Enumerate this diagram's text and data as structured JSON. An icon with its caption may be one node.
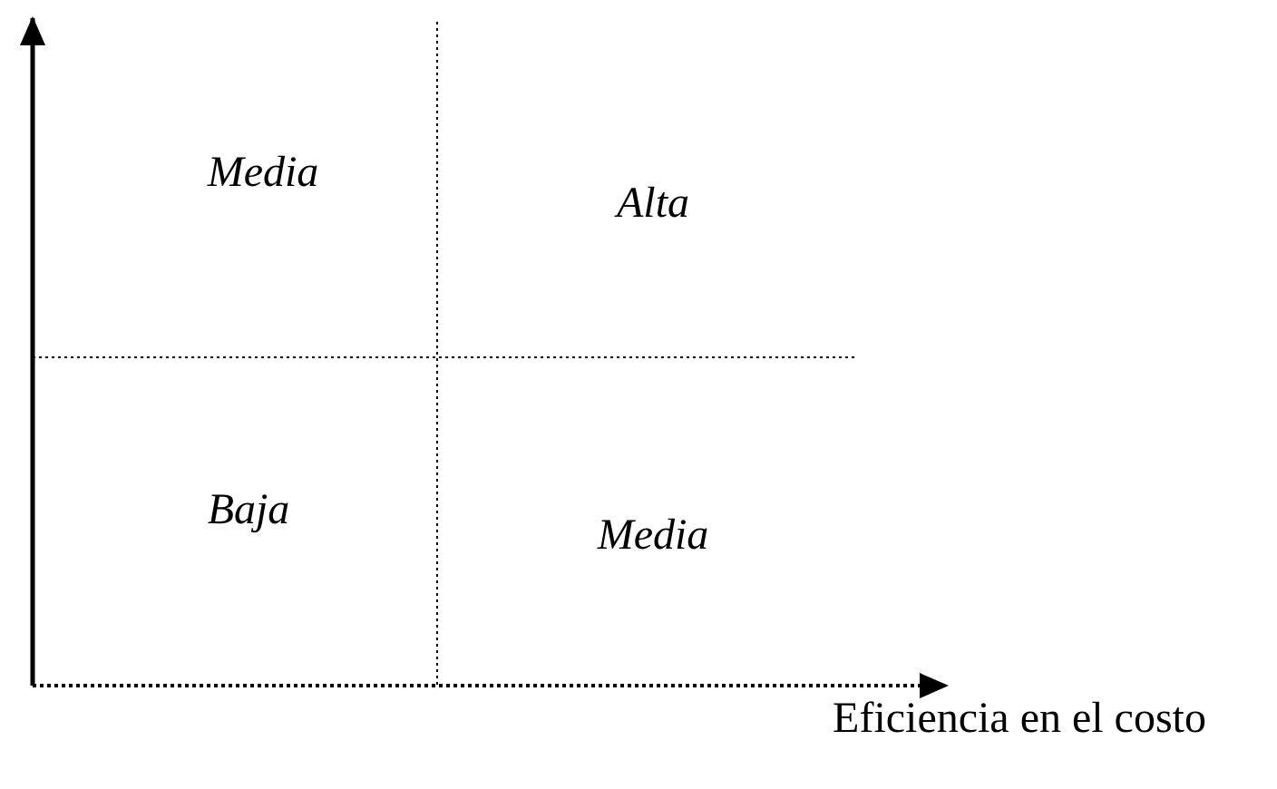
{
  "diagram": {
    "labels": [
      "Media",
      "Alta",
      "Baja",
      "Media",
      "Eficiencia en el costo"
    ]
  }
}
